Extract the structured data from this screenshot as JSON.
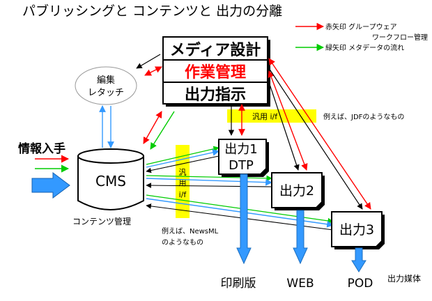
{
  "title": "パブリッシングと コンテンツと 出力の分離",
  "legend": {
    "red": {
      "line1": "赤矢印 グループウェア",
      "line2": "ワークフロー管理"
    },
    "green": {
      "label": "緑矢印 メタデータの流れ"
    }
  },
  "management_box": {
    "design": "メディア設計",
    "workflow": "作業管理",
    "output_instruction": "出力指示"
  },
  "editing_node": {
    "line1": "編集",
    "line2": "レタッチ"
  },
  "general_if_top": "汎用 i/f",
  "general_if_top_note": "例えば、JDFのようなもの",
  "general_if_side": {
    "char1": "汎",
    "char2": "用",
    "char3": "i/f"
  },
  "general_if_side_note": {
    "line1": "例えば、NewsML",
    "line2": "のようなもの"
  },
  "info_input": "情報入手",
  "cms": {
    "label": "CMS",
    "caption": "コンテンツ管理"
  },
  "outputs": [
    {
      "line1": "出力1",
      "line2": "DTP"
    },
    {
      "line1": "出力2"
    },
    {
      "line1": "出力3"
    }
  ],
  "media": {
    "print": "印刷版",
    "web": "WEB",
    "pod": "POD",
    "label": "出力媒体"
  },
  "colors": {
    "red_arrow": "#ff0000",
    "green_arrow": "#00cc00",
    "blue_arrow": "#3399ff",
    "yellow_band": "#ffff00"
  }
}
